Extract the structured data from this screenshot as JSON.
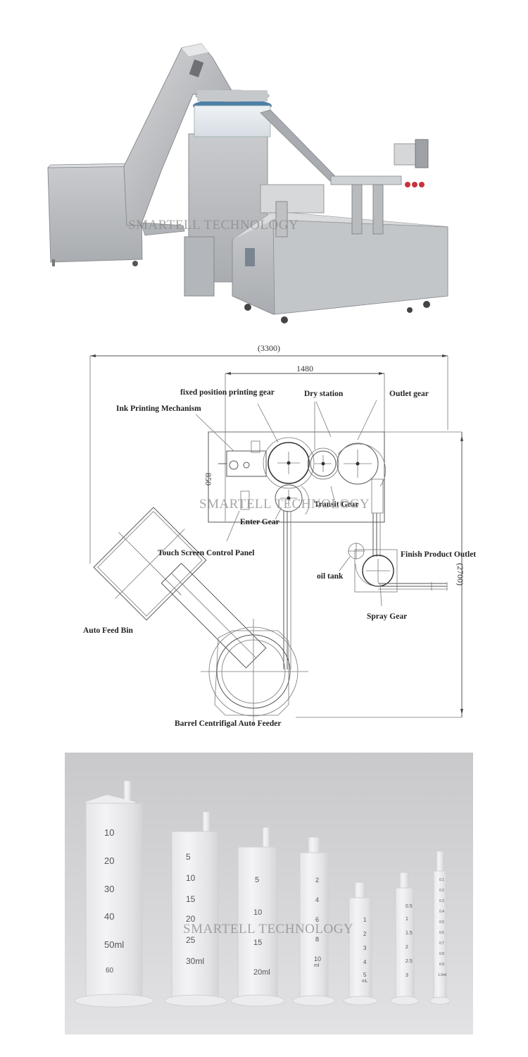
{
  "watermark": "SMARTELL TECHNOLOGY",
  "photo": {
    "subject": "Syringe barrel printing machine",
    "watermark": "SMARTELL TECHNOLOGY"
  },
  "drawing": {
    "dimensions": {
      "overall_width": "(3300)",
      "core_width": "1480",
      "core_depth": "850",
      "overall_depth": "(2700)"
    },
    "labels": {
      "fixed_printing_gear": "fixed position printing gear",
      "dry_station": "Dry station",
      "outlet_gear": "Outlet gear",
      "ink_printing": "Ink Printing Mechanism",
      "transit_gear": "Transit Gear",
      "enter_gear": "Enter Gear",
      "touch_screen": "Touch Screen Control Panel",
      "finish_outlet": "Finish Product Outlet",
      "oil_tank": "oil tank",
      "spray_gear": "Spray Gear",
      "auto_feed_bin": "Auto Feed Bin",
      "barrel_feeder": "Barrel Centrifigal Auto Feeder"
    },
    "watermark": "SMARTELL TECHNOLOGY"
  },
  "samples": {
    "watermark": "SMARTELL TECHNOLOGY",
    "syringes": [
      {
        "size": "50ml",
        "marks": [
          "10",
          "20",
          "30",
          "40",
          "50ml",
          "60"
        ]
      },
      {
        "size": "30ml",
        "marks": [
          "5",
          "10",
          "15",
          "20",
          "25",
          "30ml"
        ]
      },
      {
        "size": "20ml",
        "marks": [
          "5",
          "10",
          "15",
          "20ml"
        ]
      },
      {
        "size": "10ml",
        "marks": [
          "2",
          "4",
          "6",
          "8",
          "10",
          "ml"
        ]
      },
      {
        "size": "5ml",
        "marks": [
          "1",
          "2",
          "3",
          "4",
          "5",
          "mL"
        ]
      },
      {
        "size": "3ml",
        "marks": [
          "0.5",
          "1",
          "1.5",
          "2",
          "2.5",
          "3"
        ]
      },
      {
        "size": "1ml",
        "marks": [
          "0.1",
          "0.2",
          "0.3",
          "0.4",
          "0.5",
          "0.6",
          "0.7",
          "0.8",
          "0.9",
          "1.0ml"
        ]
      }
    ]
  }
}
